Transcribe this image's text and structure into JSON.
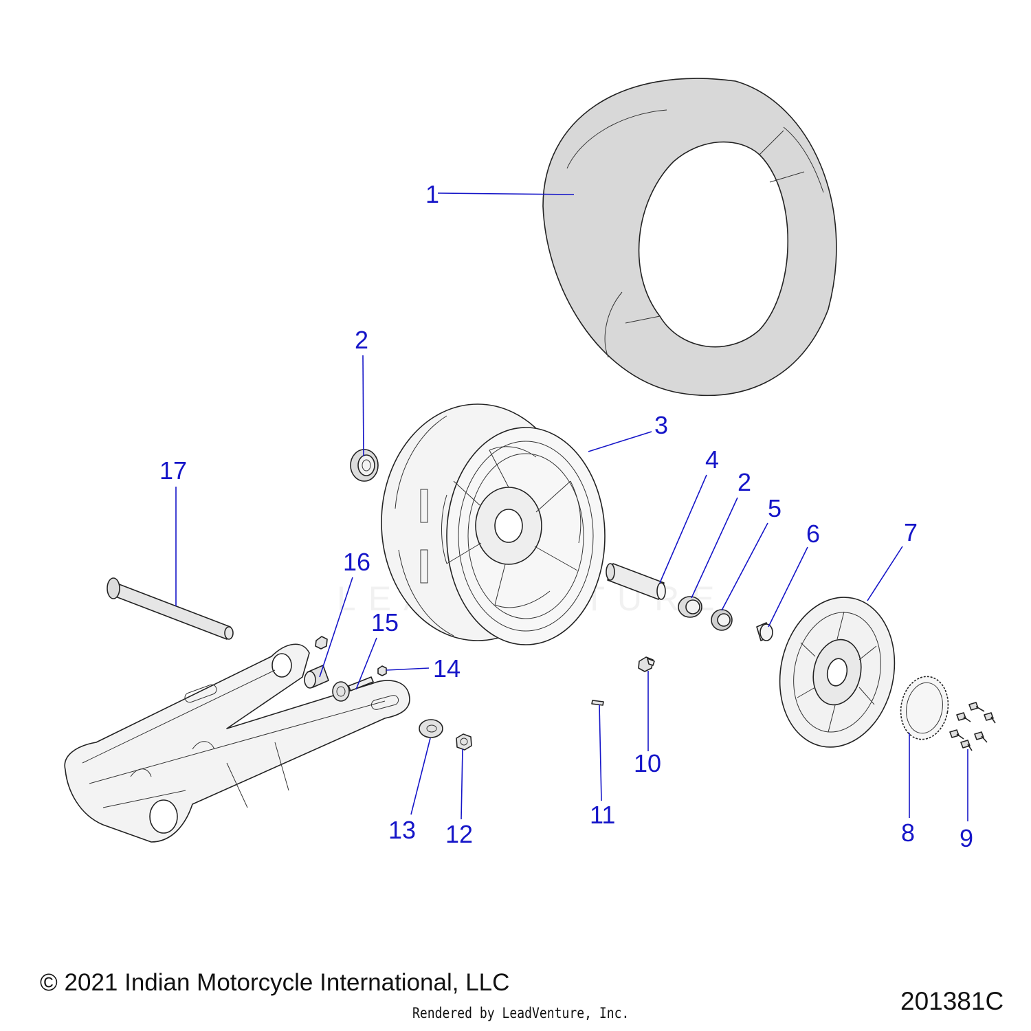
{
  "diagram": {
    "callouts": [
      {
        "id": "c1",
        "text": "1"
      },
      {
        "id": "c2a",
        "text": "2"
      },
      {
        "id": "c3",
        "text": "3"
      },
      {
        "id": "c4",
        "text": "4"
      },
      {
        "id": "c2b",
        "text": "2"
      },
      {
        "id": "c5",
        "text": "5"
      },
      {
        "id": "c6",
        "text": "6"
      },
      {
        "id": "c7",
        "text": "7"
      },
      {
        "id": "c8",
        "text": "8"
      },
      {
        "id": "c9",
        "text": "9"
      },
      {
        "id": "c10",
        "text": "10"
      },
      {
        "id": "c11",
        "text": "11"
      },
      {
        "id": "c12",
        "text": "12"
      },
      {
        "id": "c13",
        "text": "13"
      },
      {
        "id": "c14",
        "text": "14"
      },
      {
        "id": "c15",
        "text": "15"
      },
      {
        "id": "c16",
        "text": "16"
      },
      {
        "id": "c17",
        "text": "17"
      }
    ],
    "colors": {
      "callout": "#1515c8",
      "part_fill": "#ededed",
      "tire_fill": "#d6d6d6",
      "line": "#222222"
    }
  },
  "footer": {
    "copyright": "© 2021 Indian Motorcycle International, LLC",
    "rendered_by": "Rendered by LeadVenture, Inc.",
    "drawing_number": "201381C",
    "watermark": "LEADVENTURE"
  }
}
